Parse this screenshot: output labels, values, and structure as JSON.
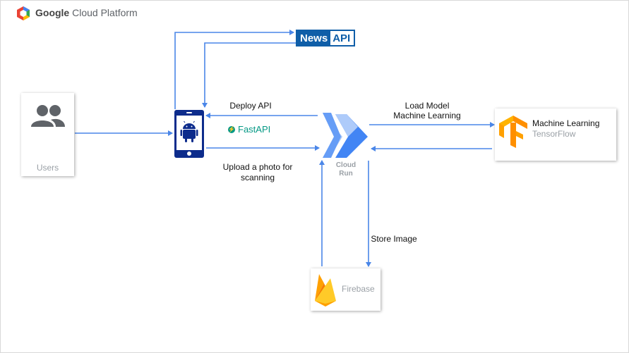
{
  "header": {
    "brand": "Google",
    "product": "Cloud Platform"
  },
  "nodes": {
    "users": {
      "label": "Users"
    },
    "news_api": {
      "part1": "News",
      "part2": "API"
    },
    "fastapi": {
      "label": "FastAPI"
    },
    "cloud_run": {
      "line1": "Cloud",
      "line2": "Run"
    },
    "ml": {
      "title": "Machine Learning",
      "subtitle": "TensorFlow"
    },
    "firebase": {
      "label": "Firebase"
    }
  },
  "edges": {
    "deploy_api": "Deploy API",
    "upload_photo_line1": "Upload a photo for",
    "upload_photo_line2": "scanning",
    "load_model_line1": "Load Model",
    "load_model_line2": "Machine Learning",
    "store_image": "Store Image"
  },
  "colors": {
    "arrow": "#4a86e8",
    "android_device": "#0d2c8c",
    "gcp_red": "#ea4335",
    "gcp_blue": "#4285f4",
    "gcp_yellow": "#fbbc05",
    "gcp_green": "#34a853",
    "tensorflow_orange": "#ff8f00",
    "firebase_yellow": "#ffca28",
    "firebase_orange": "#f57c00",
    "cloud_run_blue": "#4285f4",
    "newsapi_blue": "#0f5ea8",
    "fastapi_teal": "#059985"
  }
}
